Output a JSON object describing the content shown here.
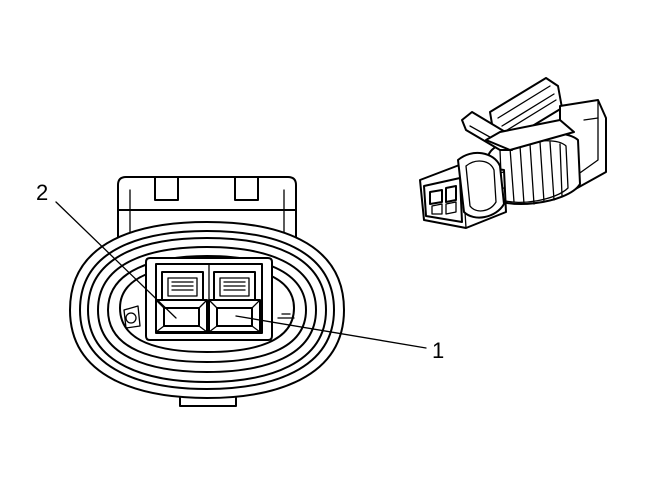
{
  "callouts": [
    {
      "id": "2",
      "label": "2"
    },
    {
      "id": "1",
      "label": "1"
    }
  ],
  "colors": {
    "line": "#000000",
    "background": "#ffffff"
  }
}
